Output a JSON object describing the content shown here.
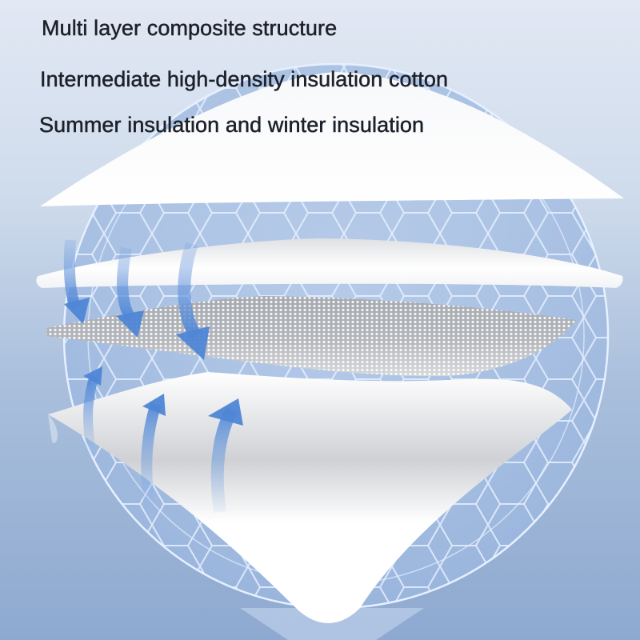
{
  "headline": {
    "lines": [
      "Multi layer composite structure",
      "Intermediate high-density insulation cotton",
      "Summer insulation and winter insulation"
    ]
  },
  "illustration": {
    "subject": "multi-layer insulation fabric exploded view",
    "layers": [
      {
        "name": "top-fabric-layer",
        "texture": "smooth"
      },
      {
        "name": "insulation-cotton-layer",
        "texture": "smooth"
      },
      {
        "name": "mesh-breathable-layer",
        "texture": "perforated"
      },
      {
        "name": "bottom-lining-layer",
        "texture": "smooth"
      }
    ],
    "arrows": {
      "down_count": 3,
      "up_count": 3,
      "icon": "airflow-arrow-icon"
    },
    "decor": "hexagon-sphere"
  },
  "colors": {
    "background_top": "#e2e8f4",
    "background_bottom": "#8ea9d0",
    "text": "#1d2129",
    "arrow": "#5b8fd8",
    "hex_line": "#e6f0ff",
    "sphere_fill": "#a9c2e6"
  }
}
